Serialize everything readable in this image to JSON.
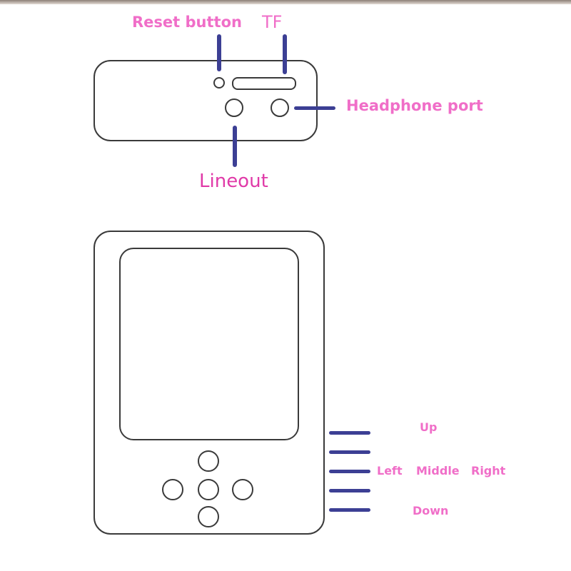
{
  "labels": {
    "reset_button": "Reset button",
    "tf": "TF",
    "headphone_port": "Headphone port",
    "lineout": "Lineout",
    "up": "Up",
    "left": "Left",
    "middle": "Middle",
    "right": "Right",
    "down": "Down"
  },
  "colors": {
    "label_pink": "#f06ec8",
    "lineout_magenta": "#e03aa8",
    "pointer_navy": "#3c3f94",
    "outline": "#3a3a3a"
  }
}
